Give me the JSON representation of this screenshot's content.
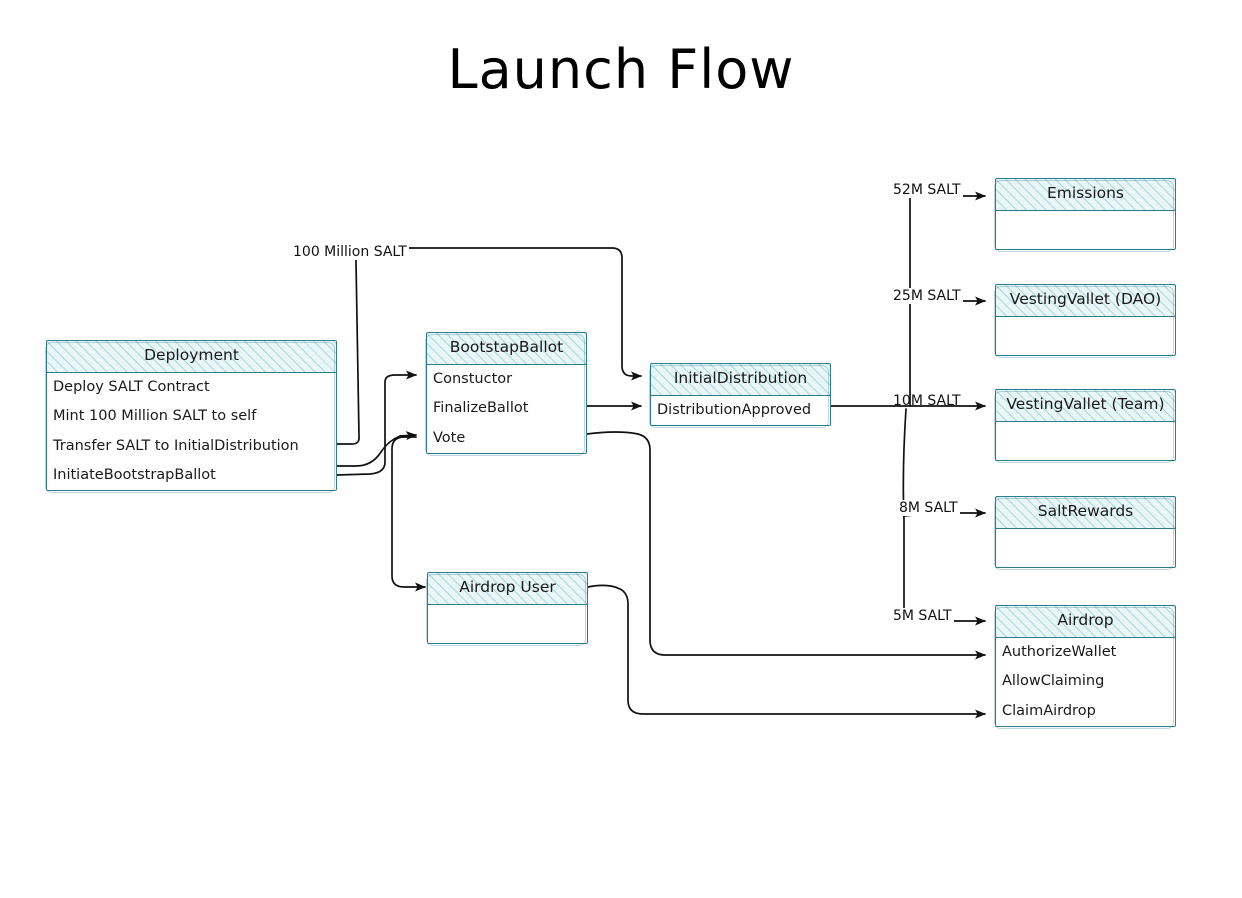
{
  "diagram": {
    "title": "Launch Flow",
    "type": "flow-diagram",
    "background_color": "#ffffff",
    "node_border_color": "#2b7d8c",
    "node_header_fill": "#e9f6f8",
    "edge_color": "#111111"
  },
  "nodes": [
    {
      "id": "deployment",
      "title": "Deployment",
      "rows": [
        "Deploy SALT Contract",
        "Mint 100 Million SALT to self",
        "Transfer SALT to InitialDistribution",
        "InitiateBootstrapBallot"
      ]
    },
    {
      "id": "bootstapballot",
      "title": "BootstapBallot",
      "rows": [
        "Constuctor",
        "FinalizeBallot",
        "Vote"
      ]
    },
    {
      "id": "airdropuser",
      "title": "Airdrop User",
      "rows": []
    },
    {
      "id": "initialdistribution",
      "title": "InitialDistribution",
      "rows": [
        "DistributionApproved"
      ]
    },
    {
      "id": "emissions",
      "title": "Emissions",
      "rows": []
    },
    {
      "id": "vestingvallet_dao",
      "title": "VestingVallet (DAO)",
      "rows": []
    },
    {
      "id": "vestingvallet_team",
      "title": "VestingVallet (Team)",
      "rows": []
    },
    {
      "id": "saltrewards",
      "title": "SaltRewards",
      "rows": []
    },
    {
      "id": "airdrop",
      "title": "Airdrop",
      "rows": [
        "AuthorizeWallet",
        "AllowClaiming",
        "ClaimAirdrop"
      ]
    }
  ],
  "edge_labels": [
    {
      "id": "mint_total",
      "text": "100 Million SALT"
    },
    {
      "id": "to_emissions",
      "text": "52M SALT"
    },
    {
      "id": "to_vesting_dao",
      "text": "25M SALT"
    },
    {
      "id": "to_vesting_team",
      "text": "10M SALT"
    },
    {
      "id": "to_saltrewards",
      "text": "8M SALT"
    },
    {
      "id": "to_airdrop",
      "text": "5M SALT"
    }
  ]
}
